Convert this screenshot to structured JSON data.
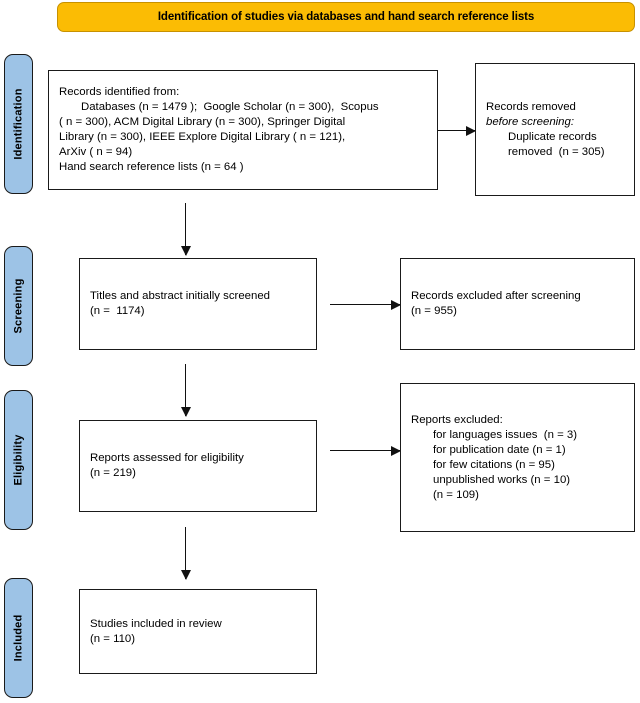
{
  "banner": {
    "title": "Identification of studies via databases and hand search reference lists",
    "color": "#FBBC04"
  },
  "stages": [
    {
      "label": "Identification",
      "color": "#9DC3E6"
    },
    {
      "label": "Screening",
      "color": "#9DC3E6"
    },
    {
      "label": "Eligibility",
      "color": "#9DC3E6"
    },
    {
      "label": "Included",
      "color": "#9DC3E6"
    }
  ],
  "boxes": {
    "records_identified": {
      "lines": [
        {
          "text": "Records identified from:",
          "indent": false,
          "italic": false
        },
        {
          "text": "Databases (n = 1479 );  Google Scholar (n = 300),  Scopus",
          "indent": true,
          "italic": false
        },
        {
          "text": "( n = 300), ACM Digital Library (n = 300), Springer Digital",
          "indent": false,
          "italic": false
        },
        {
          "text": "Library (n = 300), IEEE Explore Digital Library ( n = 121),",
          "indent": false,
          "italic": false
        },
        {
          "text": "ArXiv ( n = 94)",
          "indent": false,
          "italic": false
        },
        {
          "text": "Hand search reference lists (n = 64 )",
          "indent": false,
          "italic": false
        }
      ]
    },
    "records_removed": {
      "lines": [
        {
          "text": "Records removed",
          "indent": false,
          "italic": false
        },
        {
          "text": "before screening:",
          "indent": false,
          "italic": true
        },
        {
          "text": "Duplicate records",
          "indent": true,
          "italic": false
        },
        {
          "text": "removed  (n = 305)",
          "indent": true,
          "italic": false
        }
      ]
    },
    "titles_screened": {
      "lines": [
        {
          "text": "Titles and abstract initially screened",
          "indent": false,
          "italic": false
        },
        {
          "text": "(n =  1174)",
          "indent": false,
          "italic": false
        }
      ]
    },
    "records_excluded": {
      "lines": [
        {
          "text": "Records excluded after screening",
          "indent": false,
          "italic": false
        },
        {
          "text": "(n = 955)",
          "indent": false,
          "italic": false
        }
      ]
    },
    "reports_assessed": {
      "lines": [
        {
          "text": "Reports assessed for eligibility",
          "indent": false,
          "italic": false
        },
        {
          "text": "(n = 219)",
          "indent": false,
          "italic": false
        }
      ]
    },
    "reports_excluded": {
      "lines": [
        {
          "text": "Reports excluded:",
          "indent": false,
          "italic": false
        },
        {
          "text": "for languages issues  (n = 3)",
          "indent": true,
          "italic": false
        },
        {
          "text": "for publication date (n = 1)",
          "indent": true,
          "italic": false
        },
        {
          "text": "for few citations (n = 95)",
          "indent": true,
          "italic": false
        },
        {
          "text": "unpublished works (n = 10)",
          "indent": true,
          "italic": false
        },
        {
          "text": "(n = 109)",
          "indent": true,
          "italic": false
        }
      ]
    },
    "studies_included": {
      "lines": [
        {
          "text": "Studies included in review",
          "indent": false,
          "italic": false
        },
        {
          "text": "(n = 110)",
          "indent": false,
          "italic": false
        }
      ]
    }
  }
}
